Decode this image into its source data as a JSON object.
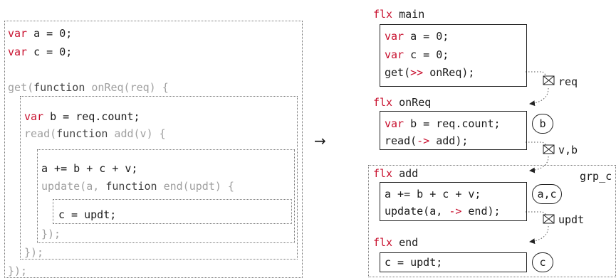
{
  "left_code": {
    "l1_kw": "var",
    "l1_rest": " a = 0;",
    "l2_kw": "var",
    "l2_rest": " c = 0;",
    "l3_pre": "get(",
    "l3_fn": "function",
    "l3_post": " onReq(req) {",
    "l4_kw": "var",
    "l4_rest": " b = req.count;",
    "l5_pre": "read(",
    "l5_fn": "function",
    "l5_post": " add(v) {",
    "l6": "a += b + c + v;",
    "l7_pre": "update(a, ",
    "l7_fn": "function",
    "l7_post": " end(updt) {",
    "l8": "c = updt;",
    "l9": "});",
    "l10": "});",
    "l11": "});"
  },
  "arrow": "→",
  "flows": [
    {
      "header_kw": "flx",
      "header_name": " main"
    },
    {
      "header_kw": "flx",
      "header_name": " onReq"
    },
    {
      "header_kw": "flx",
      "header_name": " add"
    },
    {
      "header_kw": "flx",
      "header_name": " end"
    }
  ],
  "main_code": {
    "l1_kw": "var",
    "l1_rest": " a = 0;",
    "l2_kw": "var",
    "l2_rest": " c = 0;",
    "l3_pre": "get(",
    "l3_op": ">>",
    "l3_post": " onReq);"
  },
  "onreq_code": {
    "l1_kw": "var",
    "l1_rest": " b = req.count;",
    "l2_pre": "read(",
    "l2_op": "->",
    "l2_post": " add);"
  },
  "add_code": {
    "l1": "a += b + c + v;",
    "l2_pre": "update(a, ",
    "l2_op": "->",
    "l2_post": " end);"
  },
  "end_code": {
    "l1": "c = updt;"
  },
  "circles": {
    "onreq": "b",
    "add": "a,c",
    "end": "c"
  },
  "messages": {
    "m1": "req",
    "m2": "v,b",
    "m3": "updt"
  },
  "group_label": "grp_c",
  "colors": {
    "keyword": "#c8102e",
    "dim": "#a0a0a0",
    "border": "#222222"
  }
}
